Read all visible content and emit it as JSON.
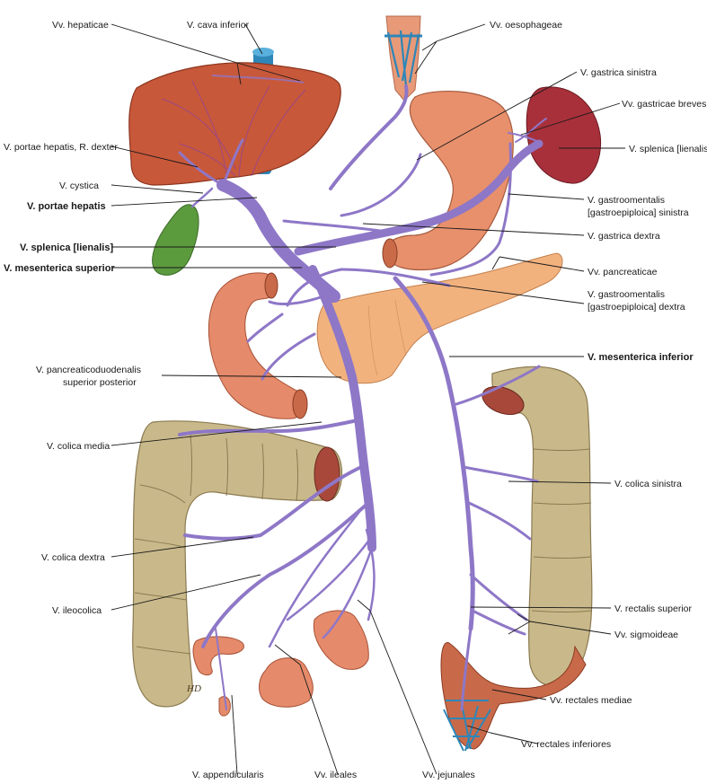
{
  "colors": {
    "vein": "#8e77c7",
    "vein_dark": "#5c4a9a",
    "liver": "#c8583a",
    "gallbladder": "#5c9a3e",
    "stomach": "#e8906c",
    "spleen": "#a8303a",
    "pancreas": "#f2b27e",
    "colon": "#c9b98a",
    "intestine": "#e58a6a",
    "vena_cava": "#2f86b8",
    "text": "#1a1a1a"
  },
  "labels": {
    "vv_hepaticae": "Vv. hepaticae",
    "v_cava_inferior": "V. cava inferior",
    "vv_oesophageae": "Vv. oesophageae",
    "v_gastrica_sinistra": "V. gastrica sinistra",
    "vv_gastricae_breves": "Vv. gastricae breves",
    "v_portae_hepatis_r_dexter": "V. portae hepatis, R. dexter",
    "v_splenica_right": "V. splenica [lienalis]",
    "v_cystica": "V. cystica",
    "v_gastroomentalis_sinistra_1": "V. gastroomentalis",
    "v_gastroomentalis_sinistra_2": "[gastroepiploica] sinistra",
    "v_portae_hepatis": "V. portae hepatis",
    "v_gastrica_dextra": "V. gastrica dextra",
    "v_splenica_left": "V. splenica [lienalis]",
    "v_mesenterica_superior": "V. mesenterica superior",
    "vv_pancreaticae": "Vv. pancreaticae",
    "v_gastroomentalis_dextra_1": "V. gastroomentalis",
    "v_gastroomentalis_dextra_2": "[gastroepiploica] dextra",
    "v_mesenterica_inferior": "V. mesenterica inferior",
    "v_pancreaticoduodenalis_1": "V. pancreaticoduodenalis",
    "v_pancreaticoduodenalis_2": "superior posterior",
    "v_colica_media": "V. colica media",
    "v_colica_sinistra": "V. colica sinistra",
    "v_colica_dextra": "V. colica dextra",
    "v_ileocolica": "V. ileocolica",
    "v_rectalis_superior": "V. rectalis superior",
    "vv_sigmoideae": "Vv. sigmoideae",
    "vv_rectales_mediae": "Vv. rectales mediae",
    "vv_rectales_inferiores": "Vv. rectales inferiores",
    "v_appendicularis": "V. appendicularis",
    "vv_ileales": "Vv. ileales",
    "vv_jejunales": "Vv. jejunales"
  },
  "signature": "HD"
}
